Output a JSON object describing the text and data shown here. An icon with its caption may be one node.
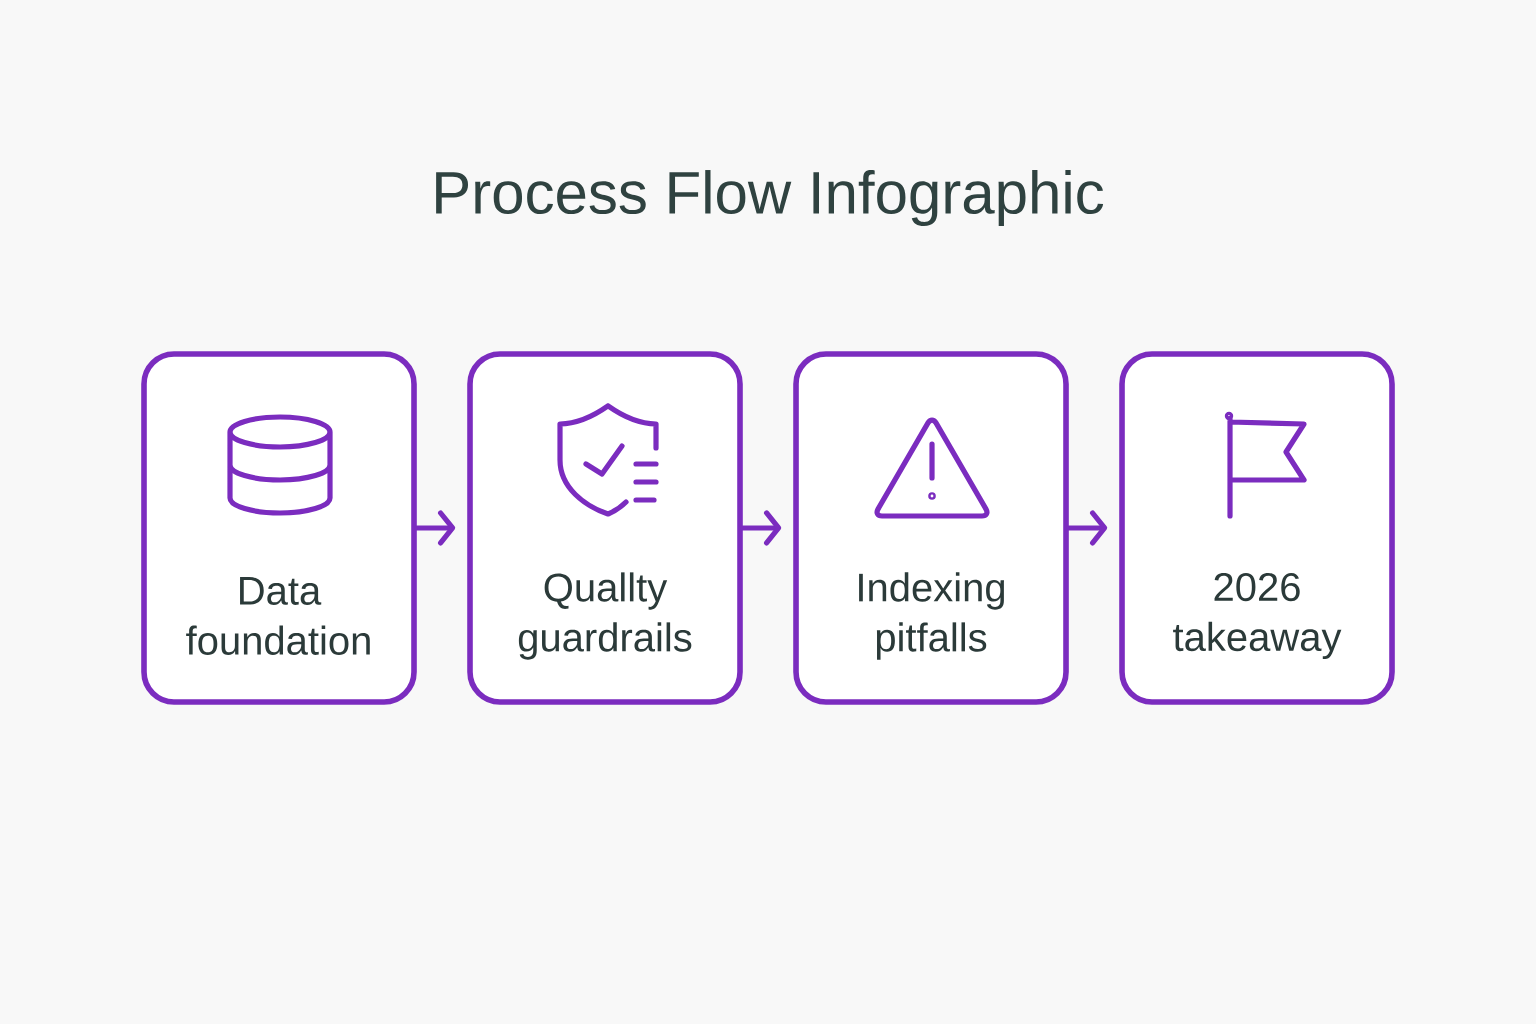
{
  "diagram": {
    "title": "Process Flow Infographic",
    "nodes": [
      {
        "text": [
          "Data foundation"
        ]
      },
      {
        "text": [
          "Quallty guardrails"
        ]
      },
      {
        "text": [
          "Indexing pitfalls"
        ]
      },
      {
        "text": [
          "2026 takeaway"
        ]
      }
    ],
    "edges": [
      {
        "from": 0,
        "to": 1,
        "arrow": "to"
      },
      {
        "from": 1,
        "to": 2,
        "arrow": "to"
      },
      {
        "from": 2,
        "to": 3,
        "arrow": "to"
      }
    ]
  }
}
